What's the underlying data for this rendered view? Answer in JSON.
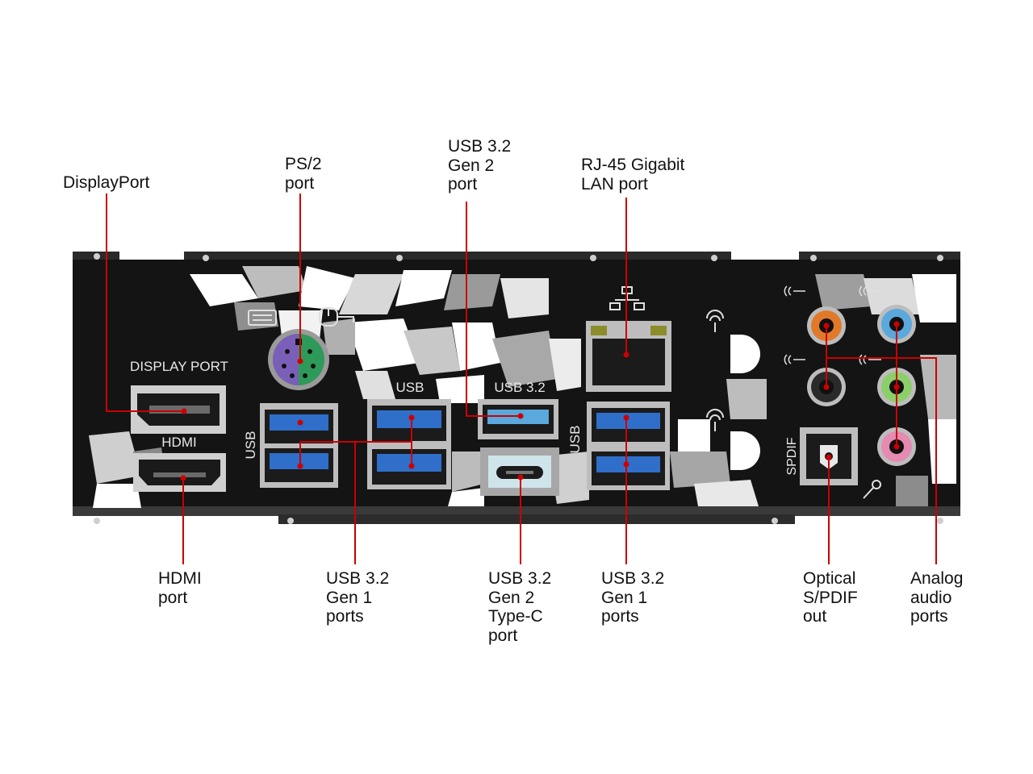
{
  "callouts": {
    "displayport": "DisplayPort",
    "ps2": "PS/2\nport",
    "usb_gen2": "USB 3.2\nGen 2\nport",
    "rj45": "RJ-45 Gigabit\nLAN port",
    "hdmi": "HDMI\nport",
    "usb_gen1_left": "USB 3.2\nGen 1\nports",
    "usb_typec": "USB 3.2\nGen 2\nType-C\nport",
    "usb_gen1_right": "USB 3.2\nGen 1\nports",
    "spdif_out": "Optical\nS/PDIF\nout",
    "analog_audio": "Analog\naudio\nports"
  },
  "panel_labels": {
    "display_port": "DISPLAY PORT",
    "hdmi": "HDMI",
    "usb_left": "USB",
    "usb_top": "USB",
    "usb32": "USB 3.2",
    "usb_vertical": "USB",
    "spdif": "SPDIF"
  },
  "colors": {
    "plate": "#131313",
    "callout_line": "#cc0000",
    "usb_blue": "#2f6fc9",
    "ps2_purple": "#7a5fb8",
    "ps2_green": "#2e9a5a",
    "audio_orange": "#e07a2a",
    "audio_blue": "#5aa8dc",
    "audio_black": "#2a2a2a",
    "audio_green": "#8ccf6a",
    "audio_pink": "#e58ab0"
  },
  "icons": [
    "keyboard-icon",
    "mouse-icon",
    "network-icon",
    "wifi-antenna-icon",
    "audio-out-icon",
    "microphone-icon"
  ]
}
